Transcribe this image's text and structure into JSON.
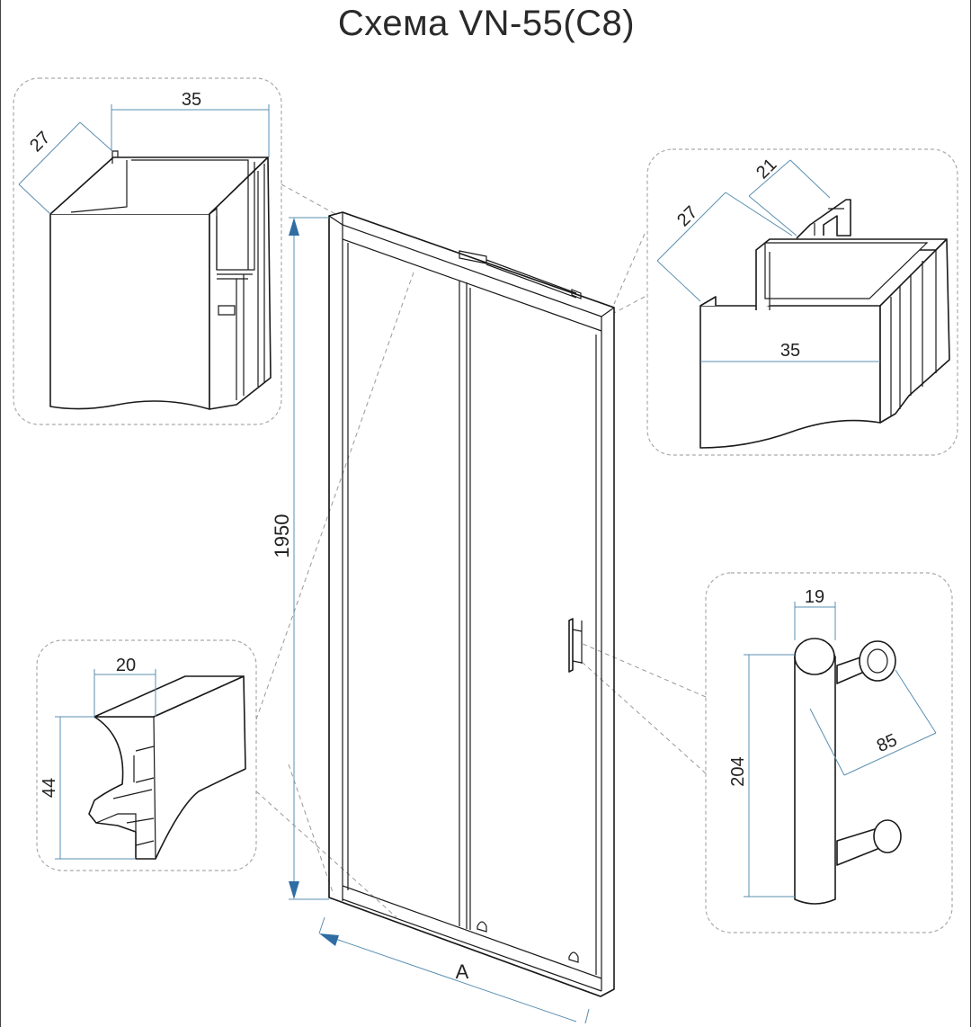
{
  "title": "Схема VN-55(C8)",
  "profiles": {
    "top_left": {
      "width": "35",
      "depth": "27"
    },
    "top_right": {
      "width": "35",
      "depth": "27",
      "rail": "21"
    },
    "bottom_left": {
      "width": "20",
      "height": "44"
    },
    "handle": {
      "diameter": "19",
      "length": "204",
      "projection": "85"
    }
  },
  "door": {
    "height": "1950",
    "width": "A"
  },
  "colors": {
    "line": "#1a1a1a",
    "dimension_arrow": "#2f6da3",
    "dimension_line": "#5b8fb0"
  }
}
